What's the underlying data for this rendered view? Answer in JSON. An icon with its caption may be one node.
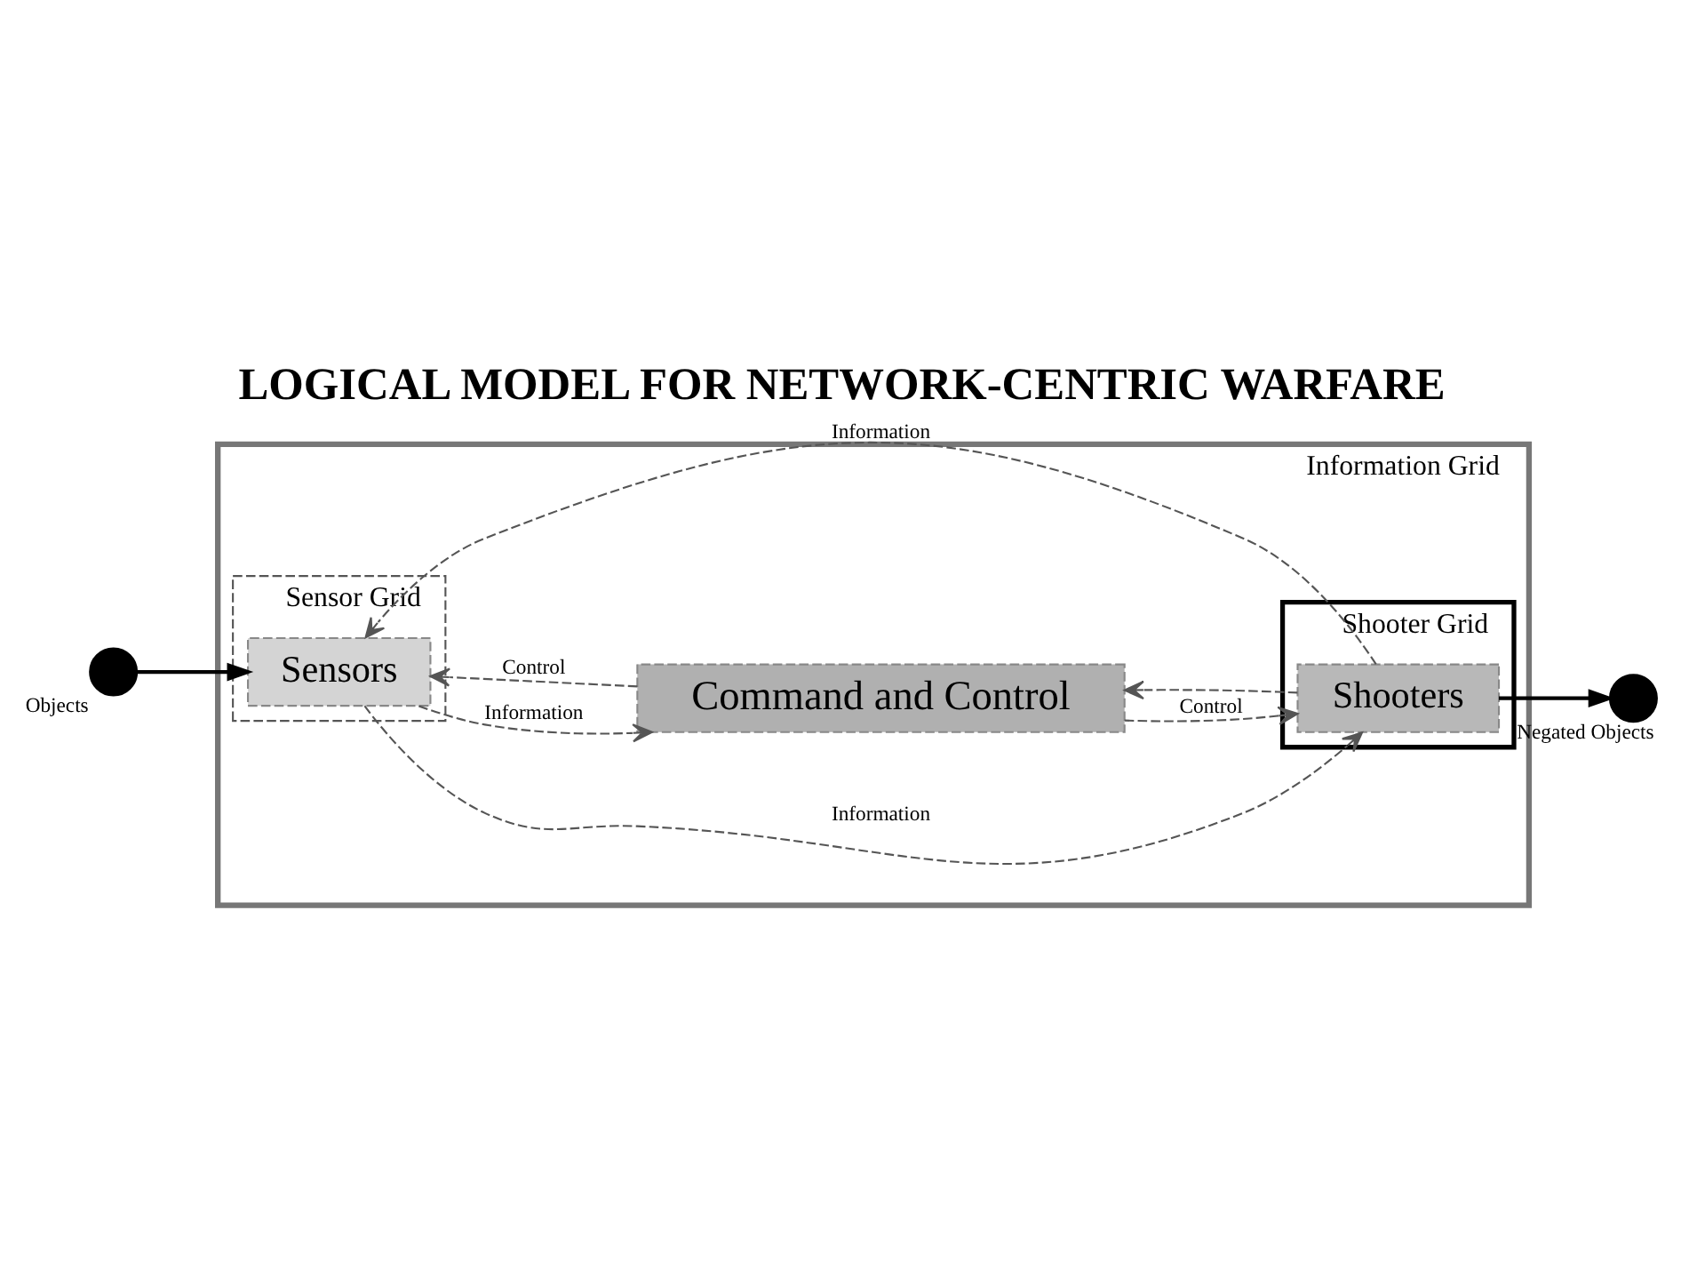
{
  "diagram": {
    "title": "LOGICAL MODEL FOR NETWORK-CENTRIC WARFARE",
    "nodes": [
      {
        "text": [
          "Information Grid"
        ]
      },
      {
        "text": [
          "Sensor Grid"
        ],
        "in": 0
      },
      {
        "text": [
          "Sensors"
        ],
        "in": 1
      },
      {
        "text": [
          "Command and Control"
        ],
        "in": 0
      },
      {
        "text": [
          "Shooter Grid"
        ],
        "in": 0
      },
      {
        "text": [
          "Shooters"
        ],
        "in": 4
      },
      {
        "text": [],
        "shape": "circle",
        "beside": [
          "Objects"
        ]
      },
      {
        "text": [],
        "shape": "circle",
        "beside": [
          "Negated Objects"
        ]
      }
    ],
    "edges": [
      {
        "from": 6,
        "to": 2,
        "arrow": "to"
      },
      {
        "from": 2,
        "to": 3,
        "arrow": "to",
        "label": "Information",
        "style": "dashed"
      },
      {
        "from": 3,
        "to": 2,
        "arrow": "to",
        "label": "Control",
        "style": "dashed"
      },
      {
        "from": 2,
        "to": 5,
        "arrow": "to",
        "label": "Information",
        "style": "dashed"
      },
      {
        "from": 3,
        "to": 5,
        "arrow": "to",
        "label": "Control",
        "style": "dashed"
      },
      {
        "from": 5,
        "to": 2,
        "arrow": "to",
        "label": "Information",
        "style": "dashed"
      },
      {
        "from": 5,
        "to": 3,
        "arrow": "to",
        "style": "dashed"
      },
      {
        "from": 5,
        "to": 7,
        "arrow": "to"
      }
    ]
  }
}
